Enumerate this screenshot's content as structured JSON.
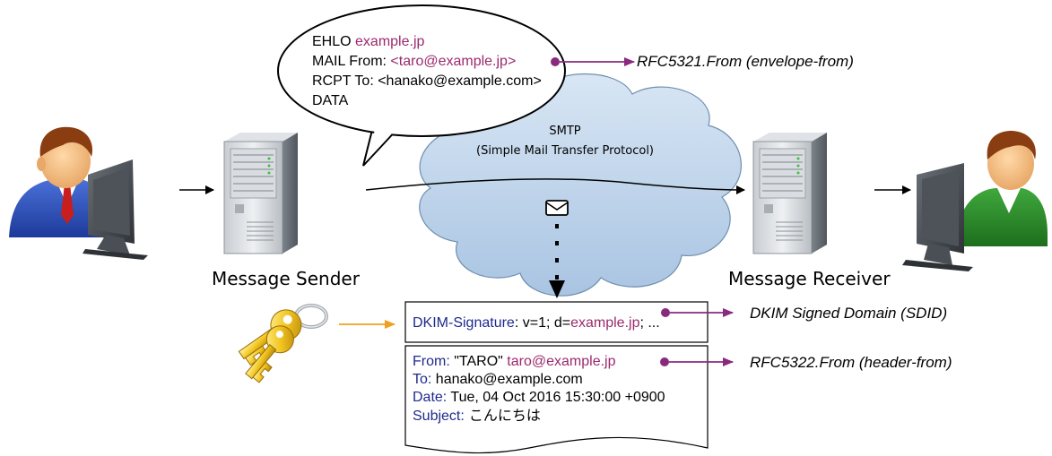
{
  "smtp_bubble": {
    "ehlo_keyword": "EHLO",
    "ehlo_domain": "example.jp",
    "mail_from_keyword": "MAIL From:",
    "mail_from_address": "<taro@example.jp>",
    "rcpt_to": "RCPT To: <hanako@example.com>",
    "data": "DATA"
  },
  "cloud": {
    "title": "SMTP",
    "subtitle": "(Simple Mail Transfer Protocol)"
  },
  "labels": {
    "sender": "Message Sender",
    "receiver": "Message Receiver",
    "envelope_from": "RFC5321.From (envelope-from)",
    "sdid": "DKIM Signed Domain (SDID)",
    "header_from": "RFC5322.From (header-from)"
  },
  "dkim": {
    "field": "DKIM-Signature",
    "sep": ": v=1; d=",
    "domain": "example.jp",
    "tail": "; ..."
  },
  "headers": {
    "from_key": "From:",
    "from_name": " \"TARO\" ",
    "from_addr": "taro@example.jp",
    "to_key": "To:",
    "to_val": " hanako@example.com",
    "date_key": "Date:",
    "date_val": " Tue, 04 Oct 2016 15:30:00 +0900",
    "subject_key": "Subject:",
    "subject_val": " こんにちは"
  },
  "colors": {
    "accent_purple": "#9b2a6e",
    "header_key_blue": "#1f2a8c",
    "key_arrow_orange": "#f0a020",
    "cloud_fill": "#bcd3ea"
  }
}
